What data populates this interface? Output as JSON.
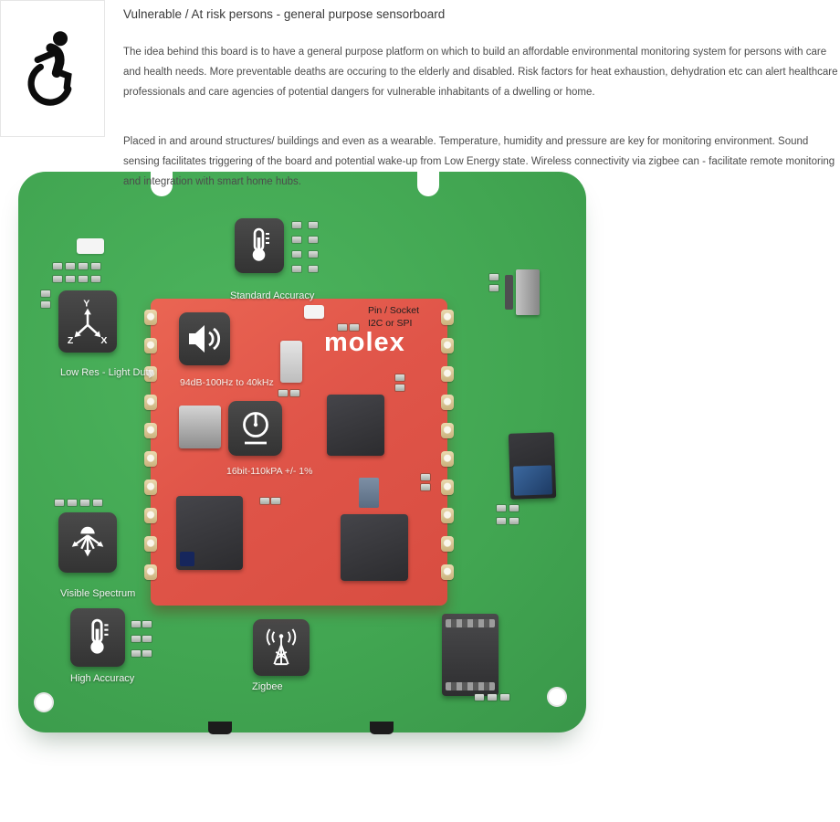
{
  "header": {
    "icon": "wheelchair-accessibility-icon",
    "title": "Vulnerable / At risk persons - general purpose sensorboard",
    "paragraphs": [
      "The idea behind this board is to have a general purpose platform on which to build an affordable environmental monitoring system for persons with care and health needs. More preventable deaths are occuring to the elderly and disabled. Risk factors for heat exhaustion, dehydration etc can alert healthcare professionals and care agencies of potential dangers for vulnerable inhabitants of a dwelling or home.",
      "Placed in and around structures/ buildings and even as a wearable. Temperature, humidity and pressure are key for monitoring environment. Sound sensing facilitates triggering of the board and potential wake-up from Low Energy state. Wireless connectivity via zigbee can - facilitate remote monitoring and integration with smart home hubs."
    ]
  },
  "board": {
    "module": {
      "brand": "molex",
      "note_line1": "Pin / Socket",
      "note_line2": "I2C or SPI"
    },
    "callouts": [
      {
        "id": "temp-humidity-standard",
        "icon": "thermometer-icon",
        "label": "Standard Accuracy"
      },
      {
        "id": "accelerometer",
        "icon": "axis-3d-icon",
        "label": "Low Res - Light Duty"
      },
      {
        "id": "microphone",
        "icon": "speaker-icon",
        "label": "94dB-100Hz to 40kHz"
      },
      {
        "id": "pressure-sensor",
        "icon": "gauge-icon",
        "label": "16bit-110kPA +/- 1%"
      },
      {
        "id": "light-sensor",
        "icon": "light-rays-icon",
        "label": "Visible Spectrum"
      },
      {
        "id": "temp-high-accuracy",
        "icon": "thermometer-icon",
        "label": "High Accuracy"
      },
      {
        "id": "zigbee-radio",
        "icon": "antenna-icon",
        "label": "Zigbee"
      }
    ],
    "colors": {
      "pcb_green": "#41a551",
      "module_red": "#e05549",
      "chip_dark": "#3a3a3c",
      "pad_gold": "#d3c094",
      "label_text": "#f2f4f2"
    }
  }
}
